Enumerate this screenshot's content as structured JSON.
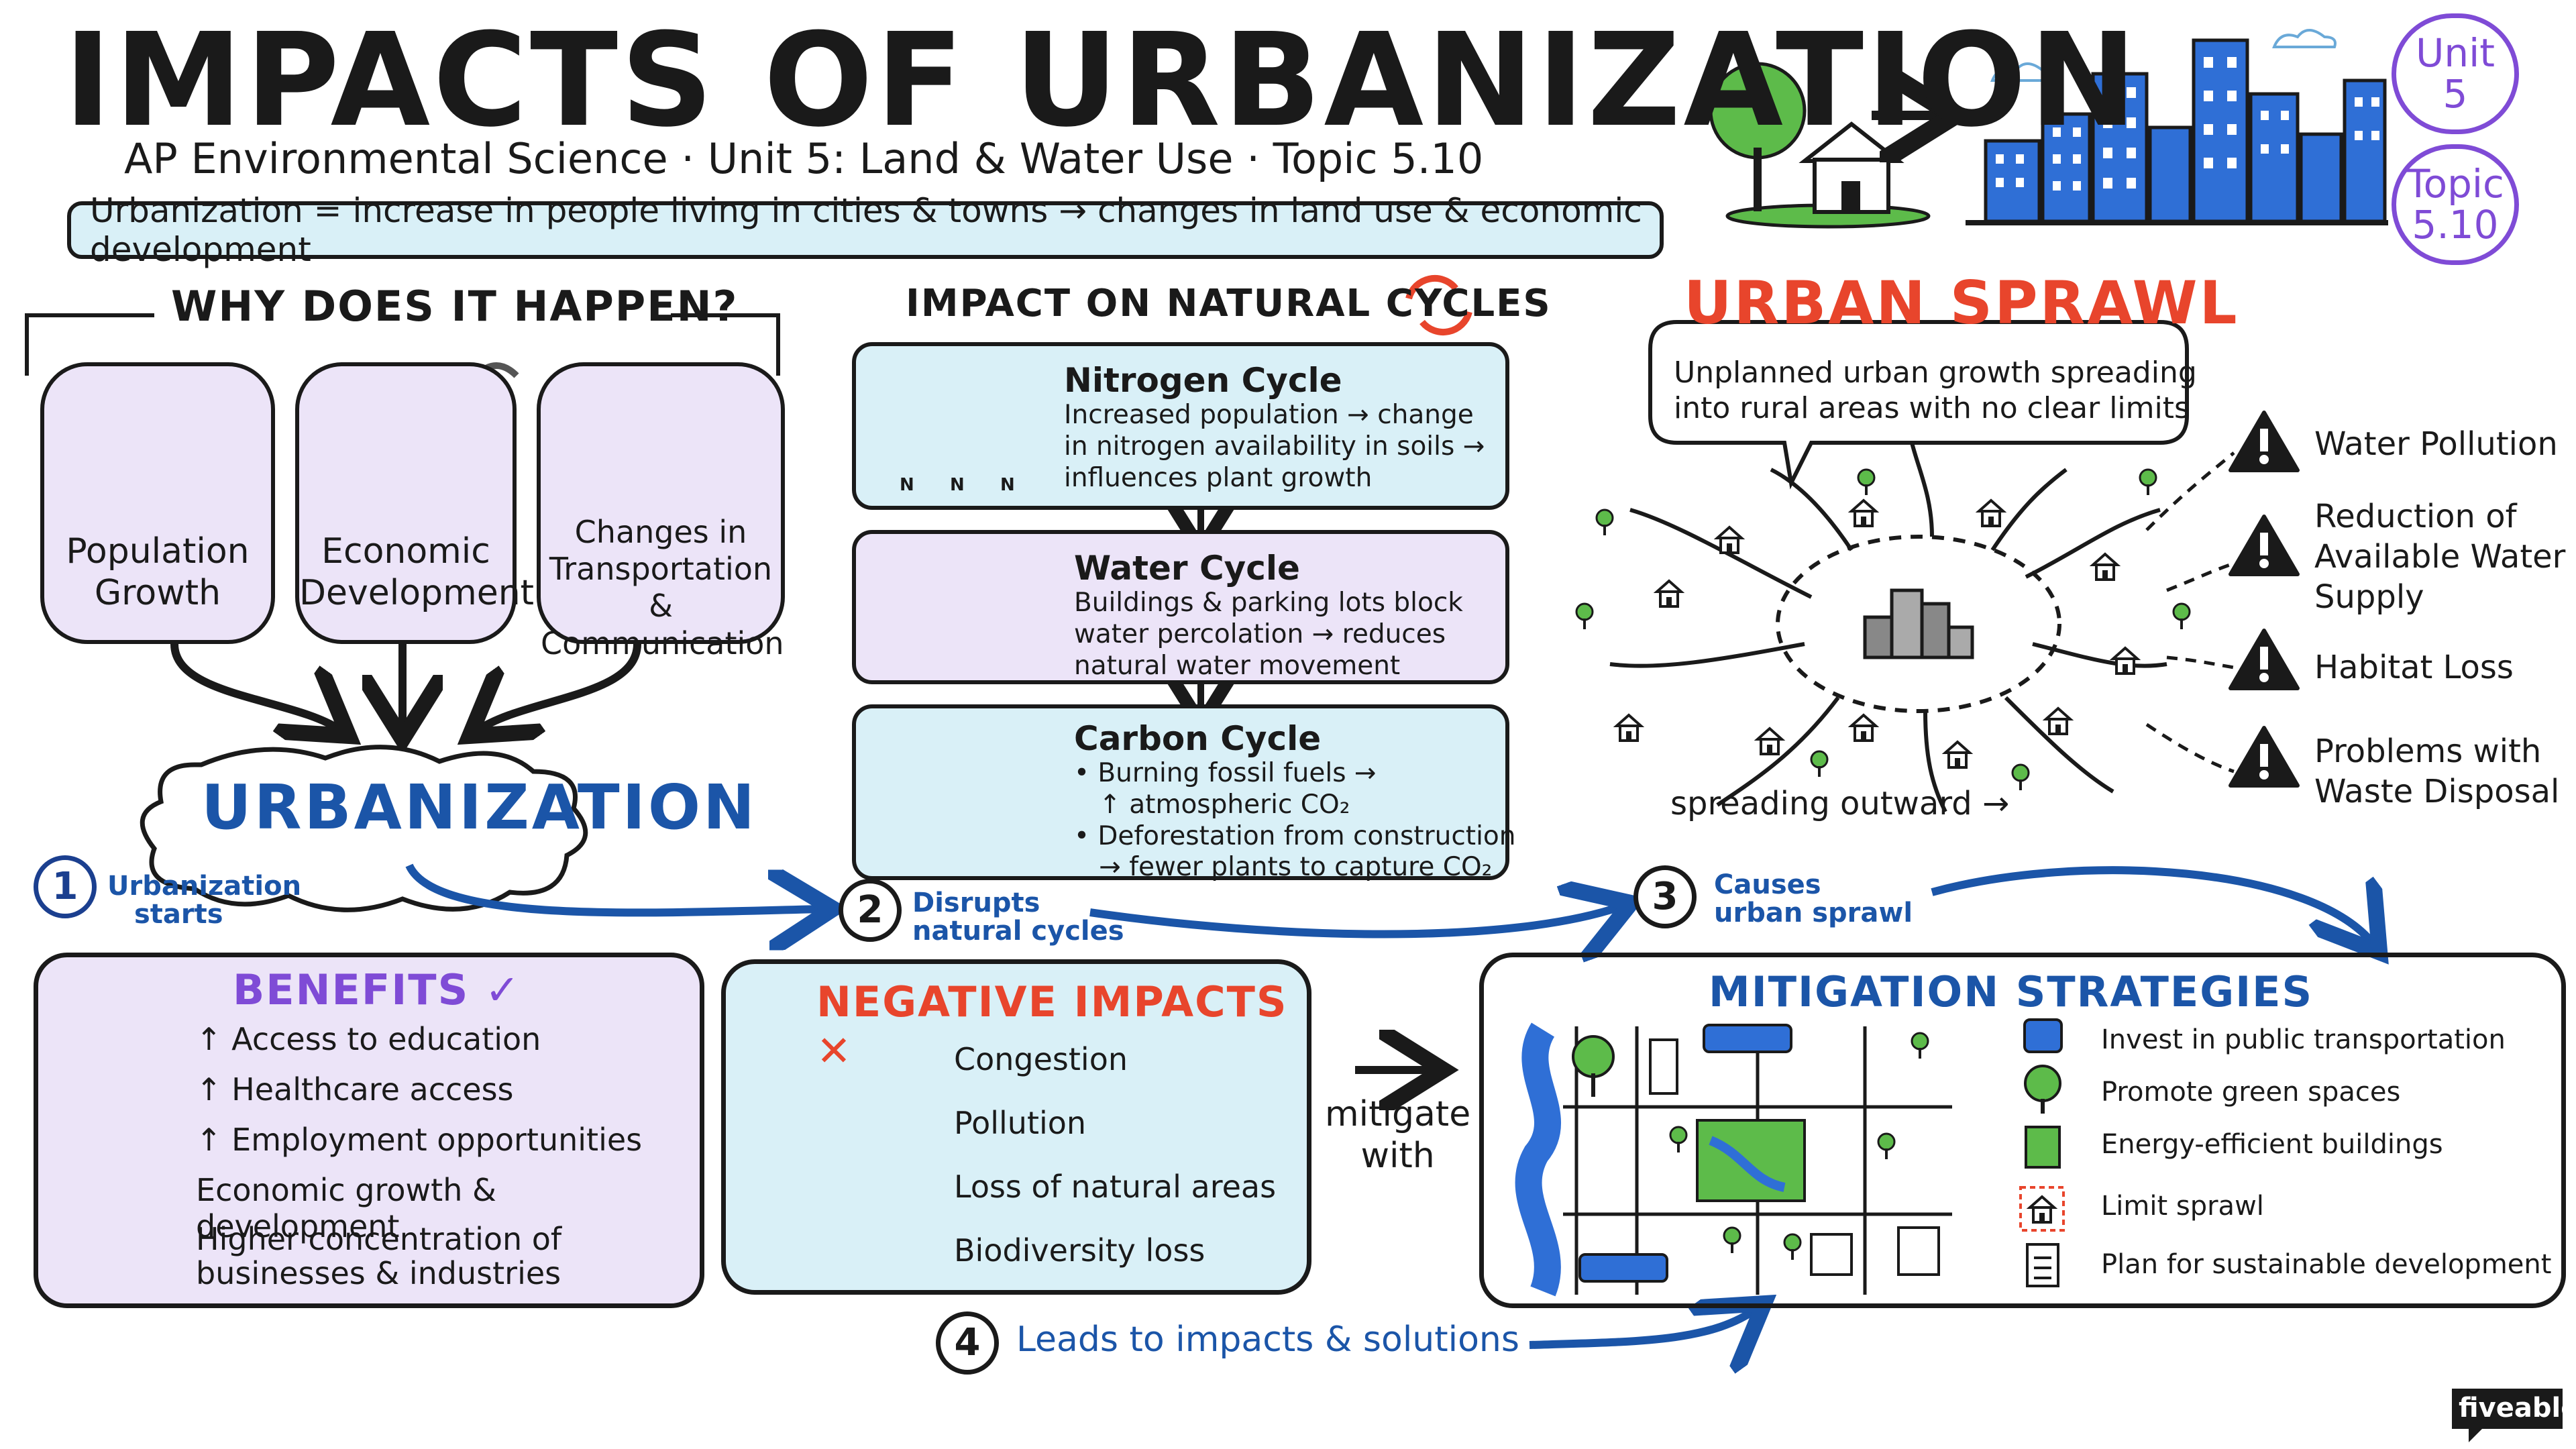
{
  "header": {
    "title": "IMPACTS OF URBANIZATION",
    "subtitle": "AP Environmental Science · Unit 5: Land & Water Use · Topic 5.10",
    "definition": "Urbanization = increase in people living in cities & towns → changes in land use & economic development",
    "unit_badge": [
      "Unit",
      "5"
    ],
    "topic_badge": [
      "Topic",
      "5.10"
    ]
  },
  "why": {
    "heading": "WHY DOES IT HAPPEN?",
    "causes": [
      {
        "label": [
          "Population",
          "Growth"
        ],
        "icon": "people-icon"
      },
      {
        "label": [
          "Economic",
          "Development"
        ],
        "icon": "factory-icon"
      },
      {
        "label": [
          "Changes in",
          "Transportation &",
          "Communication"
        ],
        "icon": "car-phone-icon"
      }
    ],
    "result": "URBANIZATION"
  },
  "cycles": {
    "heading": "IMPACT ON NATURAL CYCLES",
    "items": [
      {
        "title": "Nitrogen Cycle",
        "lines": [
          "Increased population → change",
          "in nitrogen availability in soils →",
          "influences plant growth"
        ],
        "color": "#d9f0f7"
      },
      {
        "title": "Water Cycle",
        "lines": [
          "Buildings & parking lots block",
          "water percolation → reduces",
          "natural water movement"
        ],
        "color": "#ece4f8"
      },
      {
        "title": "Carbon Cycle",
        "lines": [
          "• Burning fossil fuels →",
          "   ↑ atmospheric CO₂",
          "• Deforestation from construction",
          "   → fewer plants to capture CO₂"
        ],
        "color": "#d9f0f7"
      }
    ],
    "nitrogen_symbol": "N"
  },
  "sprawl": {
    "heading": "URBAN SPRAWL",
    "bubble": [
      "Unplanned urban growth spreading",
      "into rural areas with no clear limits"
    ],
    "caption": "spreading outward →",
    "issues": [
      {
        "lines": [
          "Water Pollution"
        ]
      },
      {
        "lines": [
          "Reduction of",
          "Available Water",
          "Supply"
        ]
      },
      {
        "lines": [
          "Habitat Loss"
        ]
      },
      {
        "lines": [
          "Problems with",
          "Waste Disposal"
        ]
      }
    ]
  },
  "steps": [
    {
      "num": "1",
      "text": [
        "Urbanization",
        "starts"
      ]
    },
    {
      "num": "2",
      "text": [
        "Disrupts",
        "natural cycles"
      ]
    },
    {
      "num": "3",
      "text": [
        "Causes",
        "urban sprawl"
      ]
    },
    {
      "num": "4",
      "text": [
        "Leads to impacts & solutions"
      ]
    }
  ],
  "benefits": {
    "heading": "BENEFITS ✓",
    "items": [
      {
        "text": "↑ Access to education",
        "icon": "graduation-cap-icon"
      },
      {
        "text": "↑ Healthcare access",
        "icon": "hospital-icon"
      },
      {
        "text": "↑ Employment opportunities",
        "icon": "briefcase-icon"
      },
      {
        "text": "Economic growth & development",
        "icon": "growth-chart-icon"
      },
      {
        "text": [
          "Higher concentration of",
          "businesses & industries"
        ],
        "icon": "buildings-icon"
      }
    ]
  },
  "negative": {
    "heading": "NEGATIVE IMPACTS ✕",
    "items": [
      {
        "text": "Congestion",
        "icon": "cars-icon"
      },
      {
        "text": "Pollution",
        "icon": "smokestack-icon"
      },
      {
        "text": "Loss of natural areas",
        "icon": "cleared-land-icon"
      },
      {
        "text": "Biodiversity loss",
        "icon": "bird-butterfly-icon"
      }
    ],
    "connector": [
      "mitigate",
      "with"
    ]
  },
  "mitigation": {
    "heading": "MITIGATION STRATEGIES",
    "items": [
      {
        "text": "Invest in public transportation",
        "icon": "bus-icon"
      },
      {
        "text": "Promote green spaces",
        "icon": "tree-icon"
      },
      {
        "text": "Energy-efficient buildings",
        "icon": "efficient-building-icon"
      },
      {
        "text": "Limit sprawl",
        "icon": "house-boundary-icon"
      },
      {
        "text": "Plan for sustainable development",
        "icon": "checklist-icon"
      }
    ]
  },
  "brand": "fiveable",
  "colors": {
    "purple": "#7f4bd6",
    "red": "#e8452c",
    "blue": "#1b55a8",
    "light_blue": "#d9f0f7",
    "light_purple": "#ece4f8"
  }
}
